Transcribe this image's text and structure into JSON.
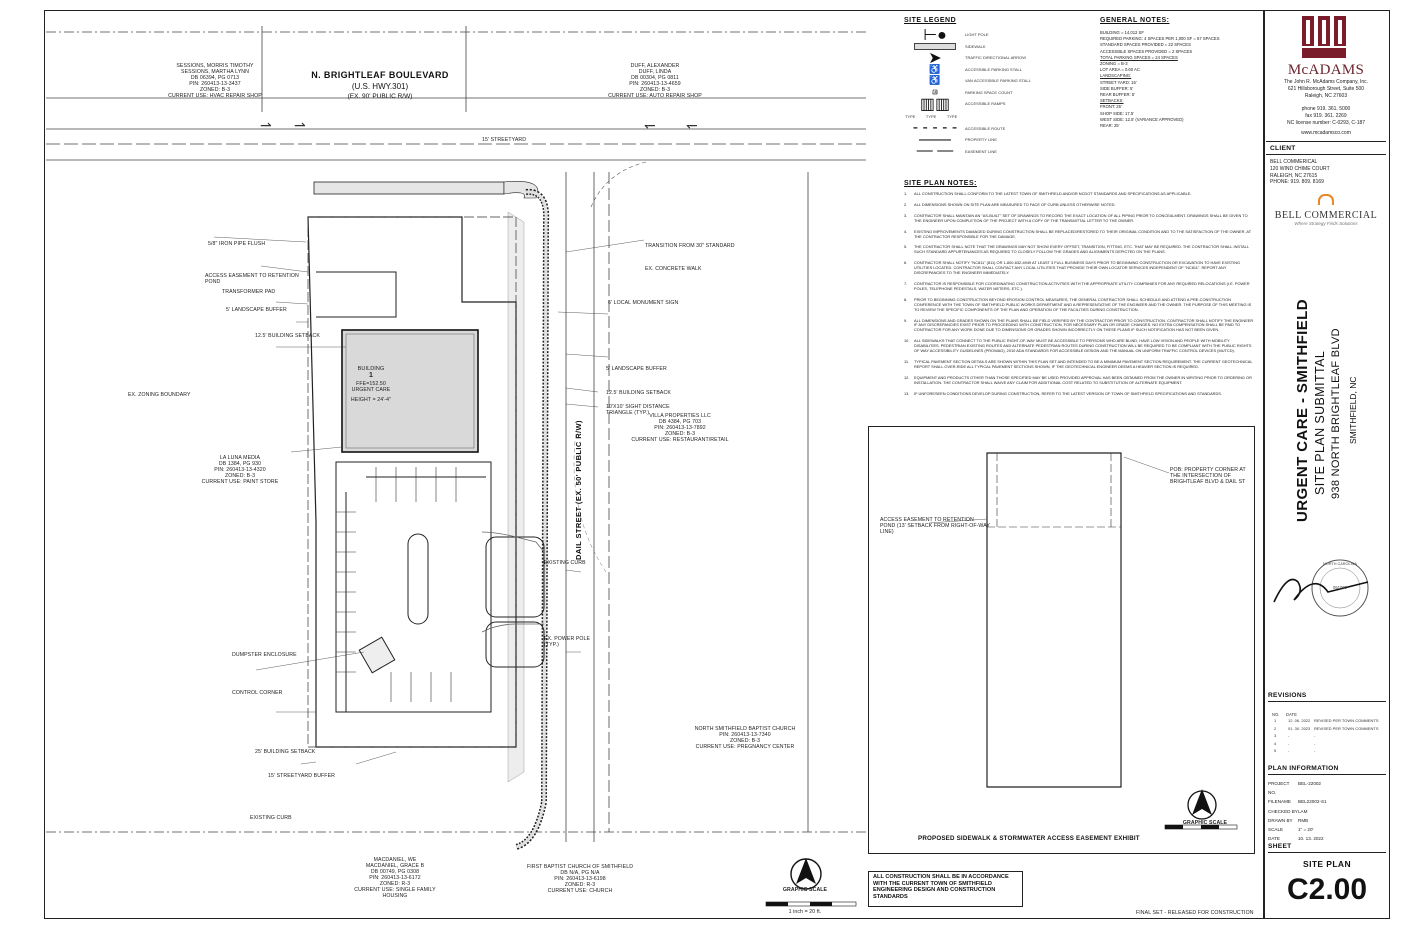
{
  "sheet": {
    "final_set": "FINAL SET - RELEASED FOR CONSTRUCTION",
    "construction_note": "ALL CONSTRUCTION SHALL BE IN ACCORDANCE WITH THE CURRENT TOWN OF SMITHFIELD ENGINEERING DESIGN AND CONSTRUCTION STANDARDS",
    "graphic_scale": "GRAPHIC SCALE",
    "scale_text": "1 inch = 20 ft."
  },
  "plan": {
    "road_north_name": "N. BRIGHTLEAF BOULEVARD",
    "road_north_hwy": "(U.S. HWY.301)",
    "road_north_row": "(EX. 90' PUBLIC R/W)",
    "road_east": "DAIL STREET (EX. 50' PUBLIC R/W)",
    "building_label": "BUILDING",
    "building_num": "1",
    "building_area": "FFE=152.50",
    "building_use": "URGENT CARE",
    "building_height": "HEIGHT = 24'-4\"",
    "owner_nw": "SESSIONS, MORRIS TIMOTHY\nSESSIONS, MARTHA LYNN\nDB 06394, PG 0713\nPIN: 260413-13-3437\nZONED: B-3\nCURRENT USE: HVAC REPAIR SHOP",
    "owner_ne": "DUFF, ALEXANDER\nDUFF, LINDA\nDB 00304, PG 0811\nPIN: 260413-13-4659\nZONED: B-3\nCURRENT USE: AUTO REPAIR SHOP",
    "owner_w": "LA LUNA MEDIA\nDB 1384, PG 930\nPIN: 260413-13-4320\nZONED: B-3\nCURRENT USE: PAINT STORE",
    "owner_e": "VILLA PROPERTIES LLC\nDB 4384, PG 703\nPIN: 260413-13-7892\nZONED: B-3\nCURRENT USE: RESTAURANT/RETAIL",
    "owner_se": "NORTH SMITHFIELD BAPTIST CHURCH\nPIN: 260413-13-7340\nZONED: B-3\nCURRENT USE: PREGNANCY CENTER",
    "owner_s": "MACDANIEL, WE\nMACDANIEL, GRACE B\nDB 00749, PG 0308\nPIN: 260413-13-6172\nZONED: R-3\nCURRENT USE: SINGLE FAMILY HOUSING",
    "owner_s2": "FIRST BAPTIST CHURCH OF SMITHFIELD\nDB N/A, PG N/A\nPIN: 260413-13-6198\nZONED: R-3\nCURRENT USE: CHURCH",
    "callouts": [
      "5/8\" IRON PIPE FLUSH",
      "ACCESS EASEMENT TO RETENTION POND",
      "TRANSFORMER PAD",
      "5' LANDSCAPE BUFFER",
      "12.5' BUILDING SETBACK",
      "EX. ZONING BOUNDARY",
      "CONTROL CORNER",
      "DUMPSTER ENCLOSURE",
      "25' BUILDING SETBACK",
      "15' STREETYARD BUFFER",
      "EXISTING CURB",
      "TRANSITION FROM 30\" STANDARD",
      "EX. CONCRETE WALK",
      "5' LANDSCAPE BUFFER",
      "12.5' BUILDING SETBACK",
      "10'X10' SIGHT DISTANCE TRIANGLE (TYP.)",
      "EX. POWER POLE (TYP.)",
      "EXISTING CURB",
      "15' STREETYARD",
      "6' LOCAL MONUMENT SIGN"
    ]
  },
  "legend": {
    "title": "SITE LEGEND",
    "items": [
      "LIGHT POLE",
      "SIDEWALK",
      "TRAFFIC DIRECTIONAL ARROW",
      "ACCESSIBLE PARKING STALL",
      "VAN ACCESSIBLE PARKING STALL",
      "PARKING SPACE COUNT",
      "ACCESSIBLE RAMPS",
      "ACCESSIBLE ROUTE",
      "PROPERTY LINE",
      "EASEMENT LINE"
    ],
    "ramp_types": [
      "TYPE",
      "TYPE",
      "TYPE"
    ]
  },
  "general_notes": {
    "title": "GENERAL NOTES:",
    "building": "BUILDING = 14,012 SF",
    "required": "REQUIRED PARKING: 4 SPACES PER 1,000 SF = 57 SPACES",
    "standard": "STANDARD SPACES PROVIDED = 22 SPACES",
    "accessible": "ACCESSIBLE SPACES PROVIDED = 2 SPACES",
    "total": "TOTAL PARKING SPACES = 24 SPACES",
    "zoning": "ZONING = B-3",
    "lot_area": "LOT AREA = 0.60 AC",
    "landscaping_hdr": "LANDSCAPING:",
    "landscaping": [
      "STREET YARD: 15'",
      "SIDE BUFFER: 5'",
      "REAR BUFFER: 5'"
    ],
    "setbacks_hdr": "SETBACKS:",
    "setbacks": [
      "FRONT: 25'",
      "SHOP SIDE: 17.5'",
      "WEST SIDE: 12.5' (VARIANCE APPROVED)",
      "REAR: 25'"
    ]
  },
  "site_plan_notes": {
    "title": "SITE PLAN NOTES:",
    "items": [
      "ALL CONSTRUCTION SHALL CONFORM TO THE LATEST TOWN OF SMITHFIELD AND/OR NCDOT STANDARDS AND SPECIFICATIONS AS APPLICABLE.",
      "ALL DIMENSIONS SHOWN ON SITE PLAN ARE MEASURED TO FACE OF CURB UNLESS OTHERWISE NOTED.",
      "CONTRACTOR SHALL MAINTAIN AN \"AS-BUILT\" SET OF DRAWINGS TO RECORD THE EXACT LOCATION OF ALL PIPING PRIOR TO CONCEALMENT. DRAWINGS SHALL BE GIVEN TO THE ENGINEER UPON COMPLETION OF THE PROJECT WITH A COPY OF THE TRANSMITTAL LETTER TO THE OWNER.",
      "EXISTING IMPROVEMENTS DAMAGED DURING CONSTRUCTION SHALL BE REPLACED/RESTORED TO THEIR ORIGINAL CONDITION AND TO THE SATISFACTION OF THE OWNER, AT THE CONTRACTOR RESPONSIBLE FOR THE DAMAGE.",
      "THE CONTRACTOR SHALL NOTE THAT THE DRAWINGS MAY NOT SHOW EVERY OFFSET, TRANSITION, FITTING, ETC. THAT MAY BE REQUIRED. THE CONTRACTOR SHALL INSTALL SUCH STANDARD APPURTENANCES AS REQUIRED TO CLOSELY FOLLOW THE GRADES AND ALIGNMENTS DEPICTED ON THE PLANS.",
      "CONTRACTOR SHALL NOTIFY \"NC811\" (811) OR 1-800-632-4949 AT LEAST 3 FULL BUSINESS DAYS PRIOR TO BEGINNING CONSTRUCTION OR EXCAVATION TO HAVE EXISTING UTILITIES LOCATED. CONTRACTOR SHALL CONTACT ANY LOCAL UTILITIES THAT PROVIDE THEIR OWN LOCATOR SERVICES INDEPENDENT OF \"NC811\". REPORT ANY DISCREPANCIES TO THE ENGINEER IMMEDIATELY.",
      "CONTRACTOR IS RESPONSIBLE FOR COORDINATING CONSTRUCTION ACTIVITIES WITH THE APPROPRIATE UTILITY COMPANIES FOR ANY REQUIRED RELOCATIONS (I.E. POWER POLES, TELEPHONE PEDESTALS, WATER METERS, ETC.).",
      "PRIOR TO BEGINNING CONSTRUCTION BEYOND EROSION CONTROL MEASURES, THE GENERAL CONTRACTOR SHALL SCHEDULE AND ATTEND A PRE-CONSTRUCTION CONFERENCE WITH THE TOWN OF SMITHFIELD PUBLIC WORKS DEPARTMENT AND A REPRESENTATIVE OF THE ENGINEER AND THE OWNER. THE PURPOSE OF THIS MEETING IS TO REVIEW THE SPECIFIC COMPONENTS OF THE PLAN AND OPERATION OF THE FACILITIES DURING CONSTRUCTION.",
      "ALL DIMENSIONS AND GRADES SHOWN ON THE PLANS SHALL BE FIELD VERIFIED BY THE CONTRACTOR PRIOR TO CONSTRUCTION. CONTRACTOR SHALL NOTIFY THE ENGINEER IF ANY DISCREPANCIES EXIST PRIOR TO PROCEEDING WITH CONSTRUCTION, FOR NECESSARY PLAN OR GRADE CHANGES. NO EXTRA COMPENSATION SHALL BE PAID TO CONTRACTOR FOR ANY WORK DONE DUE TO DIMENSIONS OR GRADES SHOWN INCORRECTLY ON THESE PLANS IF SUCH NOTIFICATION HAS NOT BEEN GIVEN.",
      "ALL SIDEWALKS THAT CONNECT TO THE PUBLIC RIGHT-OF-WAY MUST BE ACCESSIBLE TO PERSONS WHO ARE BLIND, HAVE LOW VISION AND PEOPLE WITH MOBILITY DISABILITIES. PEDESTRIAN EXISTING ROUTES AND ALTERNATE PEDESTRIAN ROUTES DURING CONSTRUCTION WILL BE REQUIRED TO BE COMPLIANT WITH THE PUBLIC RIGHTS OF WAY ACCESSIBILITY GUIDELINES (PROWAG), 2010 ADA STANDARDS FOR ACCESSIBLE DESIGN AND THE MANUAL ON UNIFORM TRAFFIC CONTROL DEVICES (MUTCD).",
      "TYPICAL PAVEMENT SECTION DETAILS ARE SHOWN WITHIN THIS PLAN SET AND INTENDED TO BE A MINIMUM PAVEMENT SECTION REQUIREMENT. THE CURRENT GEOTECHNICAL REPORT SHALL OVER-RIDE ALL TYPICAL PAVEMENT SECTIONS SHOWN, IF THE GEOTECHNICAL ENGINEER DEEMS A HEAVIER SECTION IS REQUIRED.",
      "EQUIPMENT AND PRODUCTS OTHER THAN THOSE SPECIFIED MAY BE USED PROVIDED APPROVAL HAS BEEN OBTAINED FROM THE OWNER IN WRITING PRIOR TO ORDERING OR INSTALLATION. THE CONTRACTOR SHALL WAIVE ANY CLAIM FOR ADDITIONAL COST RELATED TO SUBSTITUTION OF ALTERNATE EQUIPMENT.",
      "IF UNFORESEEN CONDITIONS DEVELOP DURING CONSTRUCTION, REFER TO THE LATEST VERSION OF TOWN OF SMITHFIELD SPECIFICATIONS AND STANDARDS."
    ]
  },
  "exhibit": {
    "title": "PROPOSED SIDEWALK & STORMWATER ACCESS EASEMENT EXHIBIT",
    "callout_1": "ACCESS EASEMENT TO RETENTION POND (13' SETBACK FROM RIGHT-OF-WAY LINE)",
    "callout_2": "POB: PROPERTY CORNER AT THE INTERSECTION OF BRIGHTLEAF BLVD & DAIL ST"
  },
  "title_block": {
    "firm": "McADAMS",
    "firm_full": "The John R. McAdams Company, Inc.",
    "address1": "621 Hillsborough Street, Suite 500",
    "address2": "Raleigh, NC 27603",
    "phone": "phone 919. 361. 5000",
    "fax": "fax 919. 361. 2269",
    "license": "NC license number: C-0293, C-187",
    "web": "www.mcadamsco.com",
    "client_hdr": "CLIENT",
    "client_lines": [
      "BELL COMMERICAL",
      "120 WIND CHIME COURT",
      "RALEIGH, NC 27615",
      "PHONE: 919. 809. 8169"
    ],
    "client_logo": "BELL COMMERCIAL",
    "client_tagline": "Where Strategy Finds Solutions",
    "project_title": "URGENT CARE - SMITHFIELD",
    "project_sub": "SITE PLAN SUBMITTAL",
    "project_addr": "938 NORTH BRIGHTLEAF BLVD",
    "project_city": "SMITHFIELD, NC",
    "seal_text": "NORTH CAROLINA",
    "seal_num": "051000",
    "revisions_hdr": "REVISIONS",
    "rev_cols": [
      "NO.",
      "DATE"
    ],
    "revisions": [
      {
        "no": "1",
        "date": "12. 06. 2022",
        "desc": "REVISED PER TOWN COMMENTS"
      },
      {
        "no": "2",
        "date": "01. 30. 2023",
        "desc": "REVISED PER TOWN COMMENTS"
      },
      {
        "no": "3",
        "date": "-",
        "desc": "-"
      },
      {
        "no": "4",
        "date": "-",
        "desc": "-"
      },
      {
        "no": "5",
        "date": "-",
        "desc": "-"
      }
    ],
    "plan_info_hdr": "PLAN INFORMATION",
    "plan_info": [
      {
        "k": "PROJECT NO.",
        "v": "BEL-22002"
      },
      {
        "k": "FILENAME",
        "v": "BEL22002-S1"
      },
      {
        "k": "CHECKED BY",
        "v": "LAM"
      },
      {
        "k": "DRAWN BY",
        "v": "RMB"
      },
      {
        "k": "SCALE",
        "v": "1\" = 20'"
      },
      {
        "k": "DATE",
        "v": "10. 13. 2022"
      }
    ],
    "sheet_hdr": "SHEET",
    "sheet_title": "SITE PLAN",
    "sheet_num": "C2.00"
  }
}
